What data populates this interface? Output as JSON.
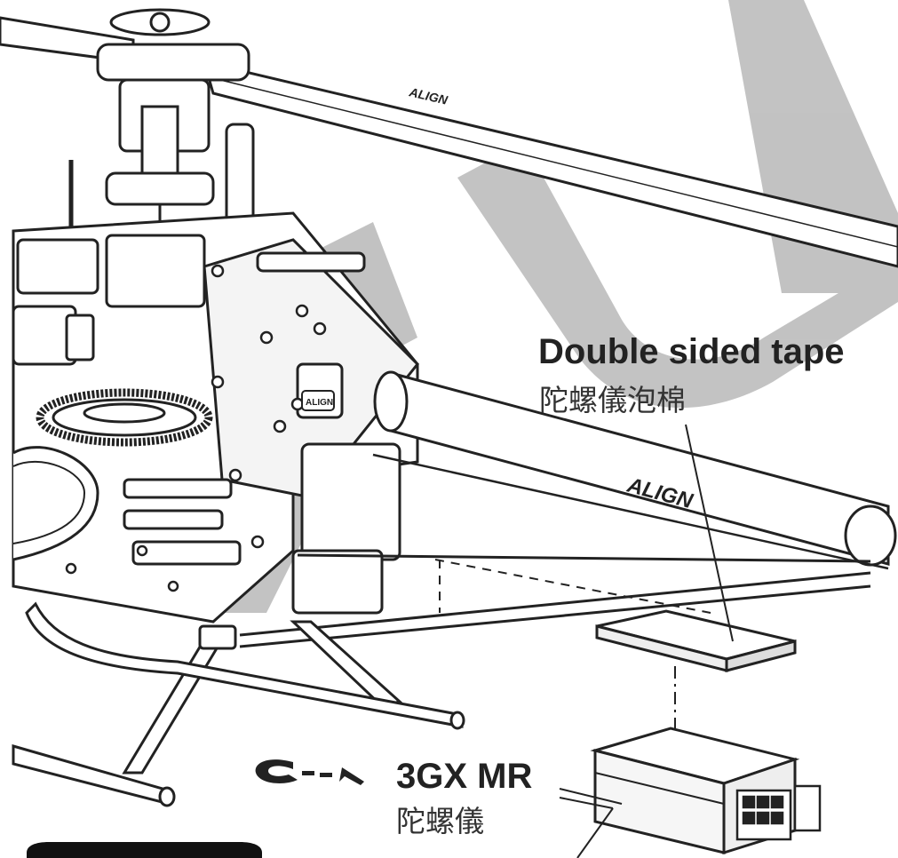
{
  "labels": {
    "tape_en": "Double sided tape",
    "tape_zh": "陀螺儀泡棉",
    "gyro_en": "3GX MR",
    "gyro_zh": "陀螺儀"
  },
  "brand": {
    "tail_boom_logo": "ALIGN",
    "frame_logo": "ALIGN",
    "blade_logo": "ALIGN"
  },
  "direction_symbol": "G - - <",
  "colors": {
    "line": "#222222",
    "watermark": "#b4b4b4",
    "background": "#ffffff"
  }
}
